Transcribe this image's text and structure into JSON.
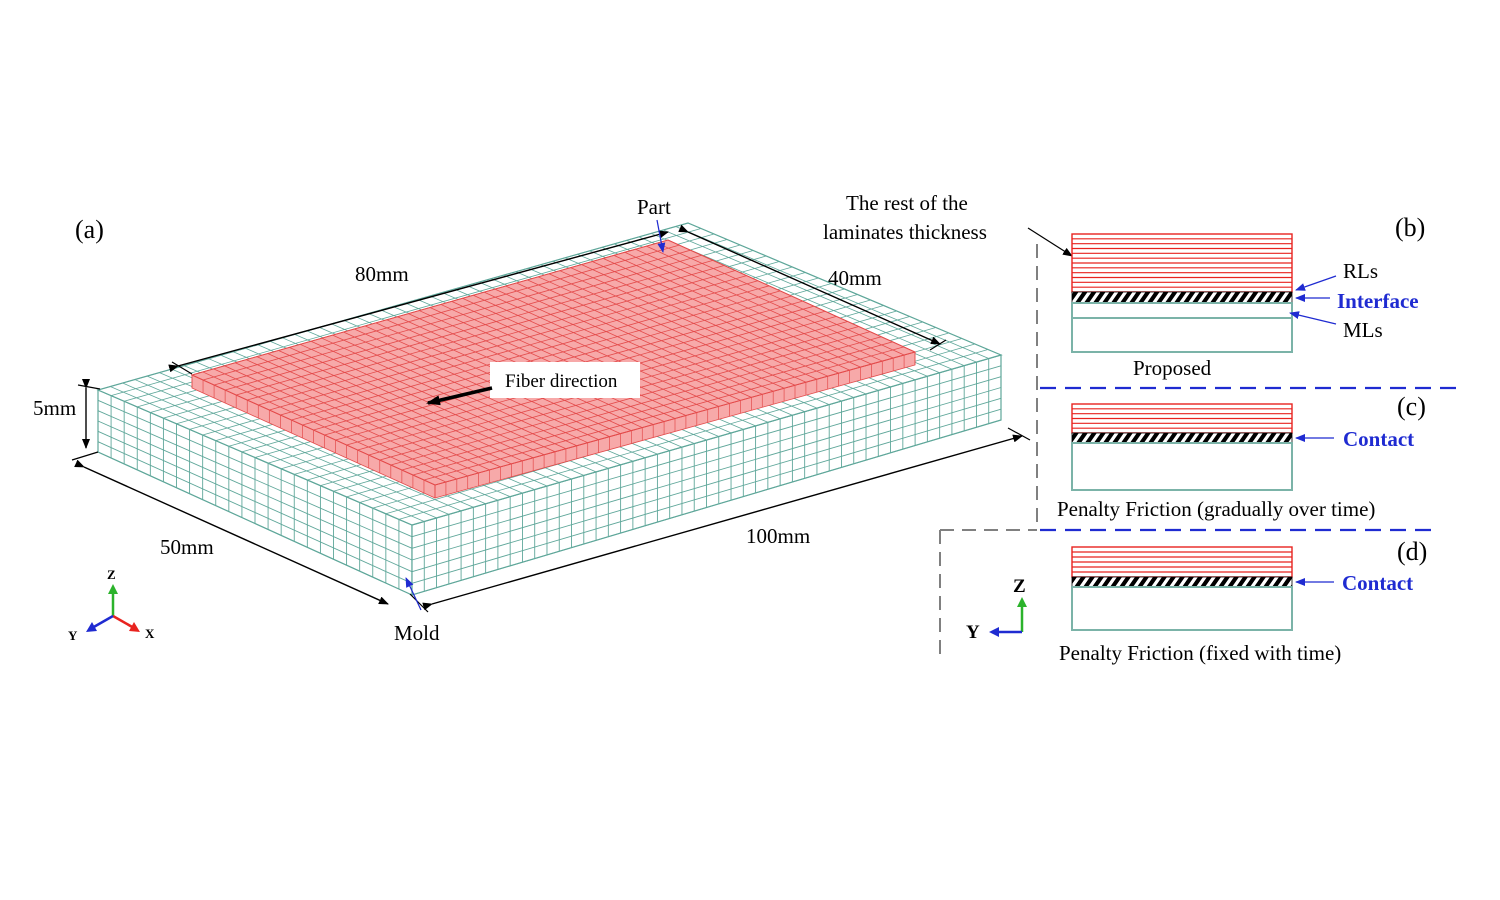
{
  "panel_a": {
    "label": "(a)",
    "part_label": "Part",
    "mold_label": "Mold",
    "dim_80": "80mm",
    "dim_40": "40mm",
    "dim_5": "5mm",
    "dim_50": "50mm",
    "dim_100": "100mm",
    "fiber_label": "Fiber direction",
    "axis": {
      "z": "Z",
      "y": "Y",
      "x": "X"
    }
  },
  "rest_label": {
    "line1": "The rest of the",
    "line2": "laminates thickness"
  },
  "panel_b": {
    "label": "(b)",
    "rls": "RLs",
    "interface": "Interface",
    "mls": "MLs",
    "caption": "Proposed"
  },
  "panel_c": {
    "label": "(c)",
    "contact": "Contact",
    "caption": "Penalty Friction (gradually over time)"
  },
  "panel_d": {
    "label": "(d)",
    "contact": "Contact",
    "caption": "Penalty Friction (fixed with time)",
    "axis": {
      "z": "Z",
      "y": "Y"
    }
  },
  "colors": {
    "part_fill": "#f7a9a9",
    "part_line": "#e34b4b",
    "mold_line": "#5fa79a",
    "layer_red": "#e8231f",
    "layer_teal": "#7bb3a8",
    "contact_blue": "#1f2bd1",
    "dash_blue": "#1f2bd1",
    "dash_gray": "#808080"
  }
}
